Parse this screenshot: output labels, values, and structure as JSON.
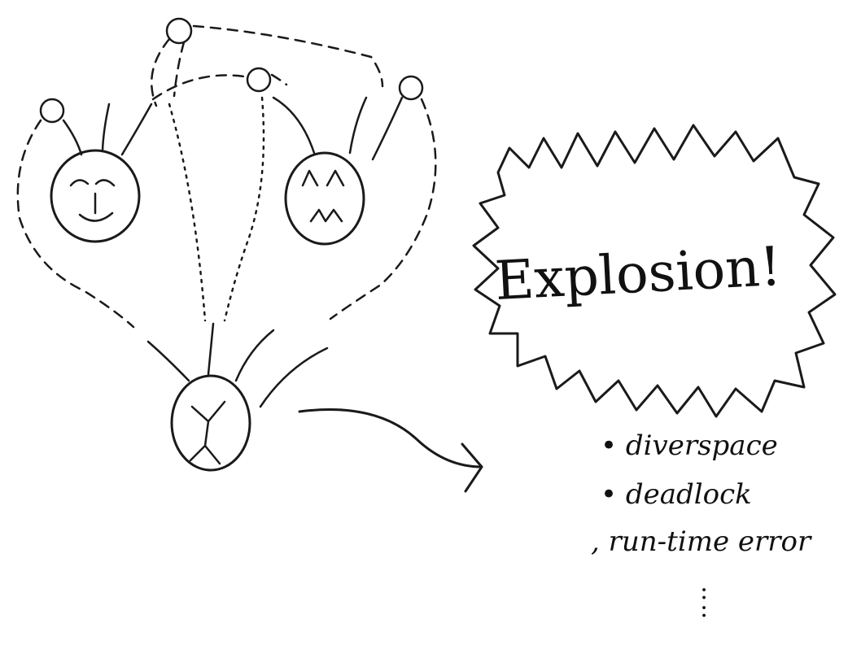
{
  "explosion": {
    "text": "Explosion!"
  },
  "outcomes": [
    "diverspace",
    "deadlock",
    "run-time error"
  ],
  "continuation": ":"
}
